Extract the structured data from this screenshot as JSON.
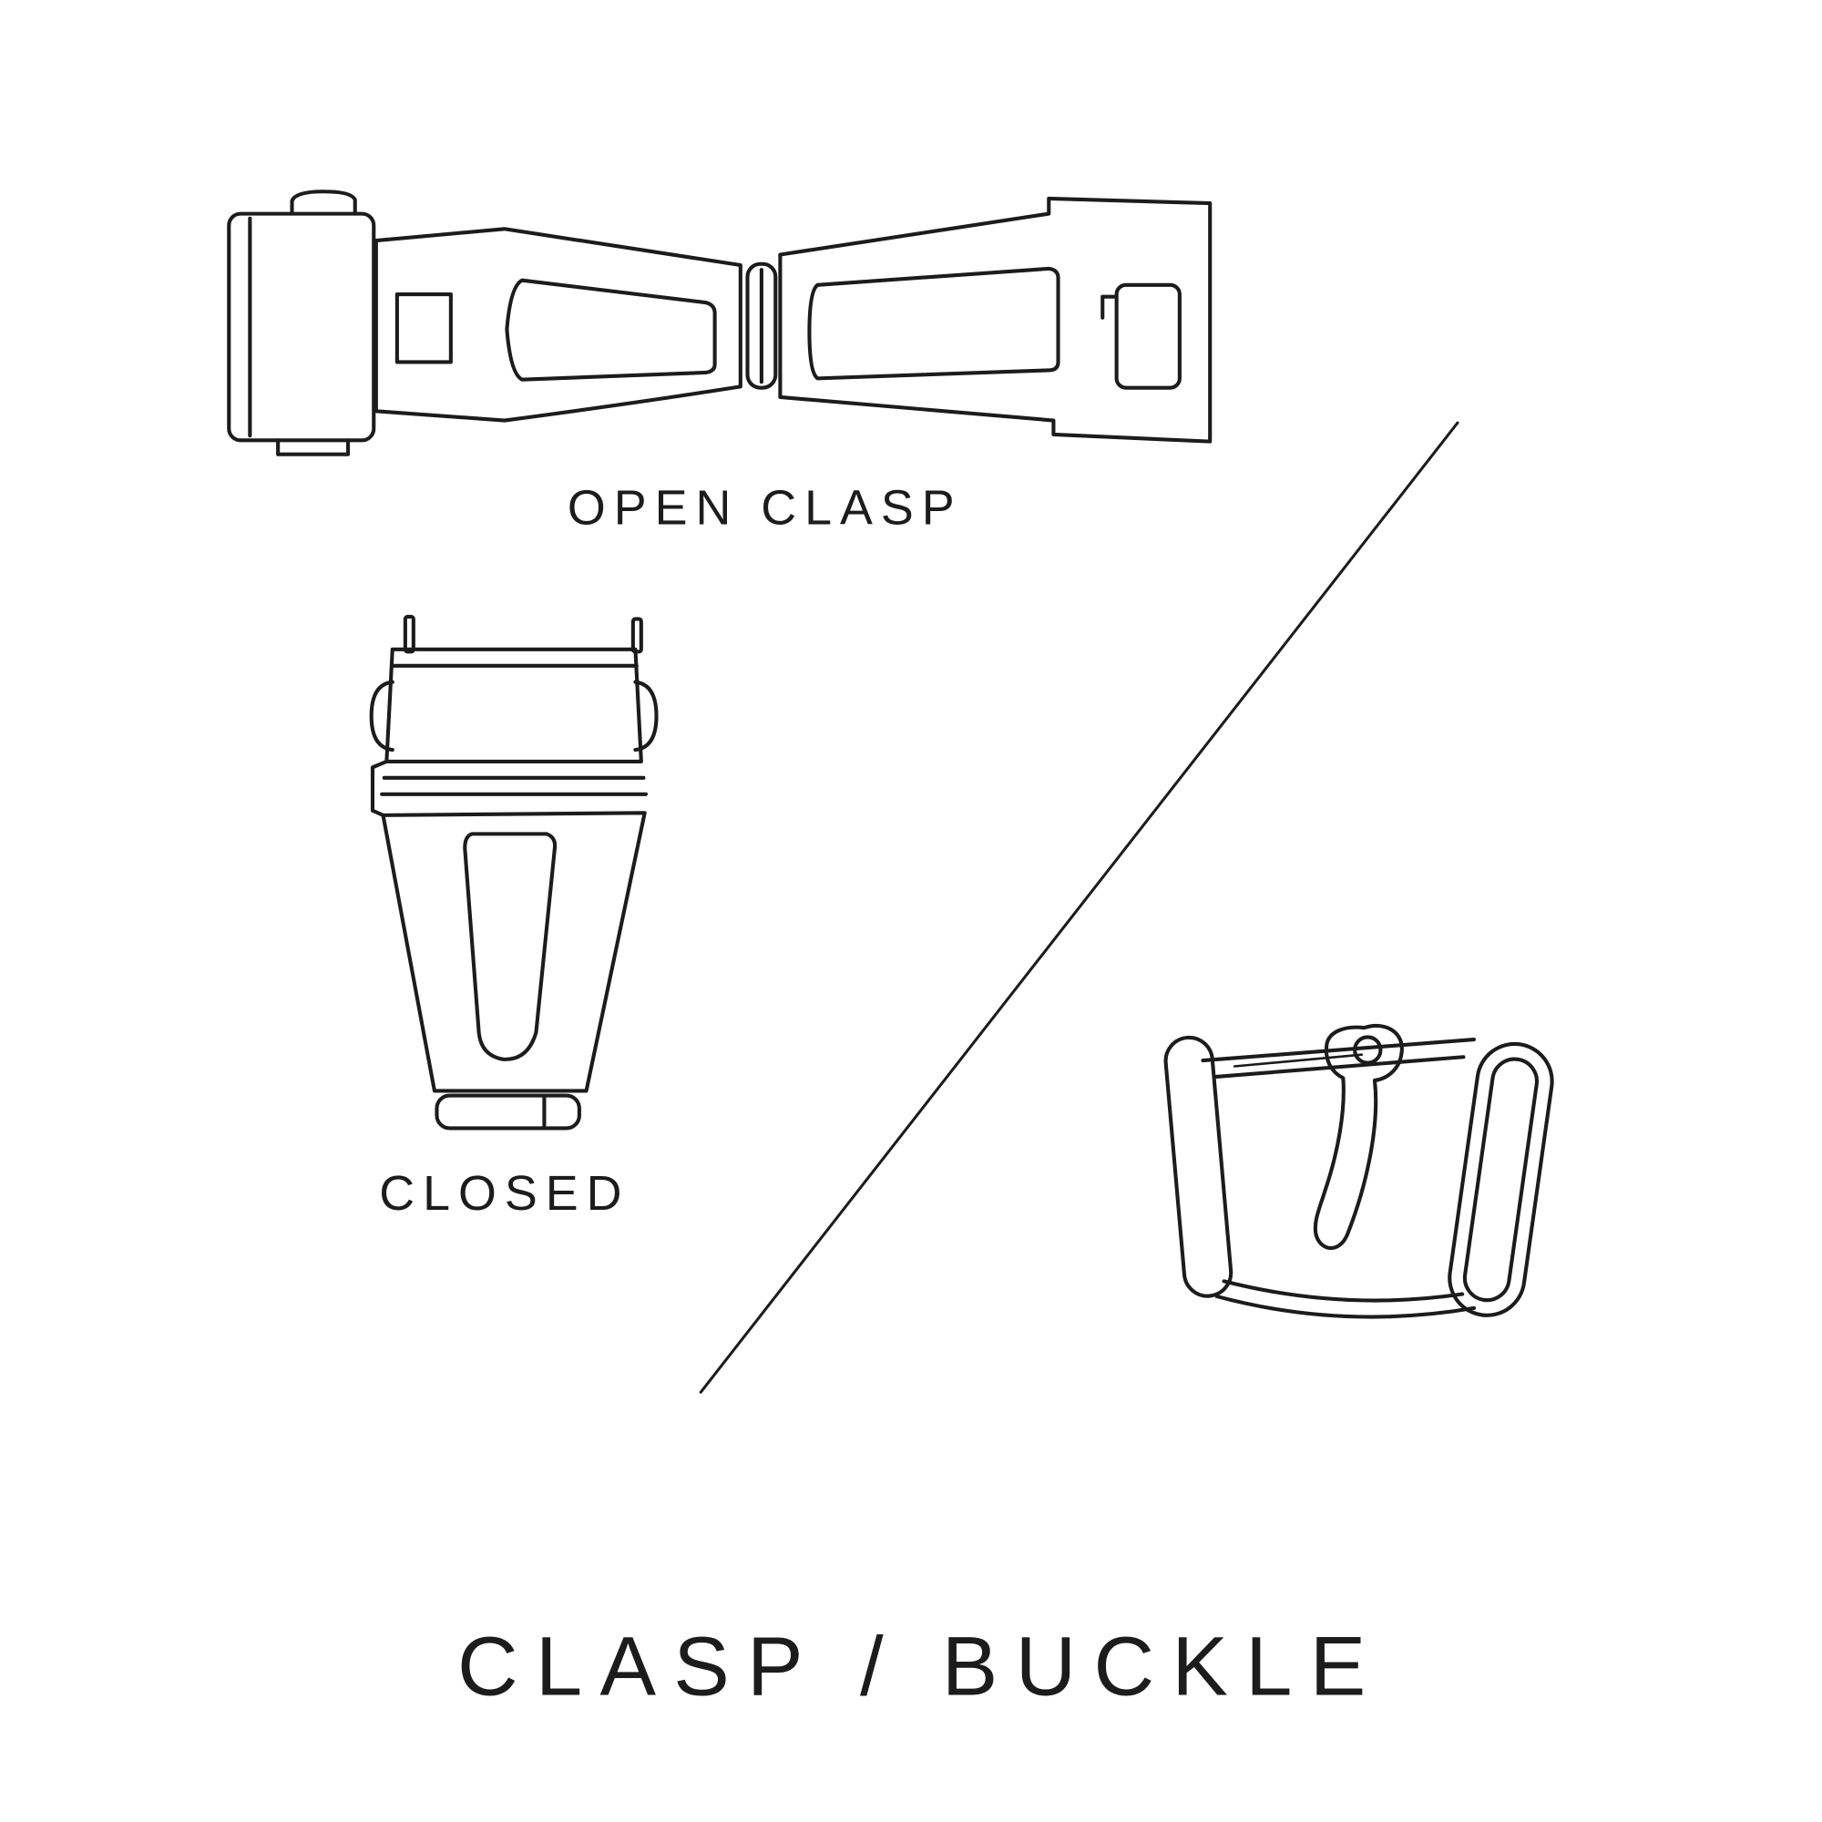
{
  "page": {
    "background_color": "#ffffff",
    "line_color": "#1c1c1c",
    "text_color": "#1c1c1c"
  },
  "diagram": {
    "open_clasp": {
      "label": "OPEN CLASP",
      "icon": "open-clasp-top-view-drawing"
    },
    "closed_clasp": {
      "label": "CLOSED",
      "icon": "closed-clasp-front-view-drawing"
    },
    "buckle": {
      "icon": "tang-buckle-drawing"
    },
    "divider": {
      "icon": "diagonal-divider-line"
    },
    "title": "CLASP / BUCKLE"
  }
}
